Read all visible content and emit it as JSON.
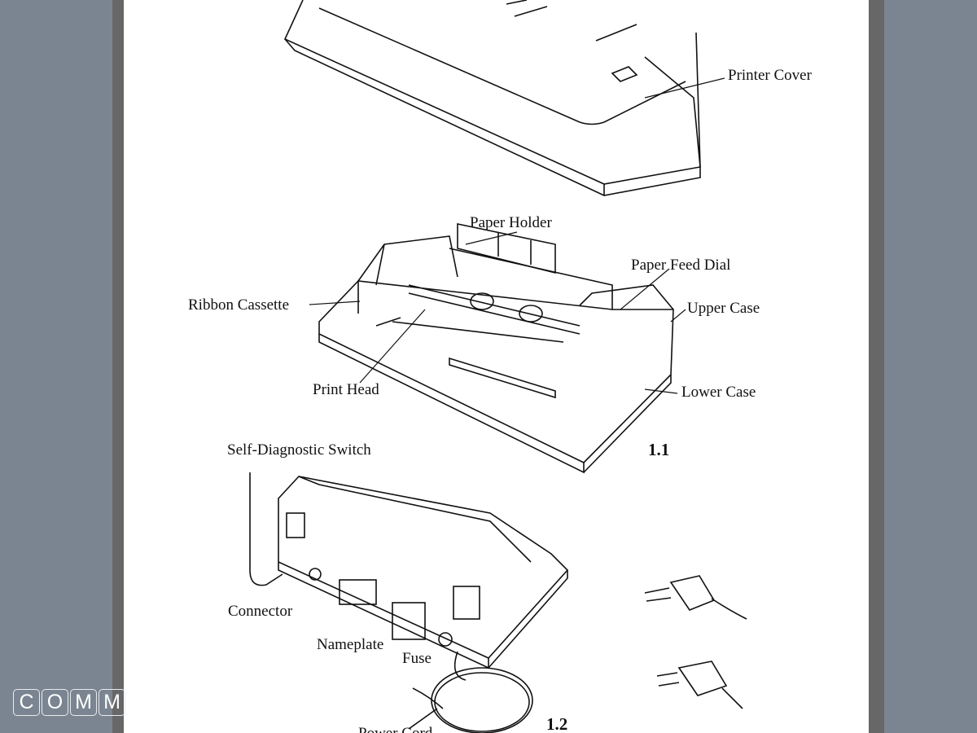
{
  "labels": {
    "printer_cover": "Printer Cover",
    "paper_holder": "Paper Holder",
    "paper_feed_dial": "Paper Feed Dial",
    "ribbon_cassette": "Ribbon Cassette",
    "upper_case": "Upper Case",
    "print_head": "Print Head",
    "lower_case": "Lower Case",
    "self_diagnostic_switch": "Self-Diagnostic Switch",
    "connector": "Connector",
    "nameplate": "Nameplate",
    "fuse": "Fuse",
    "power_cord": "Power Cord"
  },
  "figures": {
    "fig1": "1.1",
    "fig2": "1.2"
  },
  "watermark": [
    "C",
    "O",
    "M",
    "M"
  ]
}
